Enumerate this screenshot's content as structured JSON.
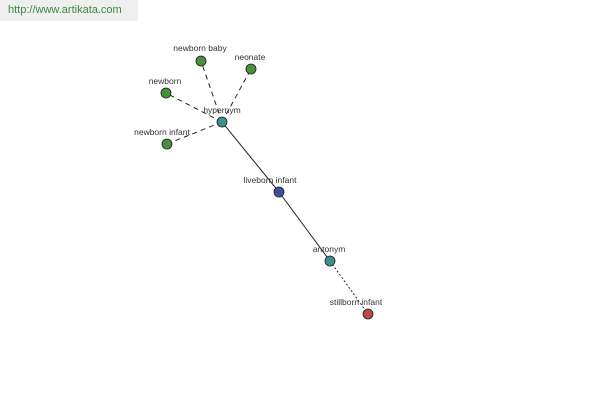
{
  "source_url": "http://www.artikata.com",
  "nodes": [
    {
      "id": "newborn-baby",
      "label": "newborn baby",
      "color": "#4a8f3a"
    },
    {
      "id": "neonate",
      "label": "neonate",
      "color": "#4a8f3a"
    },
    {
      "id": "newborn",
      "label": "newborn",
      "color": "#4a8f3a"
    },
    {
      "id": "hypernym",
      "label": "hypernym",
      "color": "#3f8f8c"
    },
    {
      "id": "newborn-infant",
      "label": "newborn infant",
      "color": "#4a8f3a"
    },
    {
      "id": "liveborn-infant",
      "label": "liveborn infant",
      "color": "#3f4f9a"
    },
    {
      "id": "antonym",
      "label": "antonym",
      "color": "#3f8f8c"
    },
    {
      "id": "stillborn-infant",
      "label": "stillborn infant",
      "color": "#b84a4a"
    }
  ],
  "edges": [
    {
      "from": "hypernym",
      "to": "newborn-baby",
      "style": "dashed"
    },
    {
      "from": "hypernym",
      "to": "neonate",
      "style": "dashed"
    },
    {
      "from": "hypernym",
      "to": "newborn",
      "style": "dashed"
    },
    {
      "from": "hypernym",
      "to": "newborn-infant",
      "style": "dashed"
    },
    {
      "from": "liveborn-infant",
      "to": "hypernym",
      "style": "solid"
    },
    {
      "from": "liveborn-infant",
      "to": "antonym",
      "style": "solid"
    },
    {
      "from": "antonym",
      "to": "stillborn-infant",
      "style": "dotted"
    }
  ]
}
